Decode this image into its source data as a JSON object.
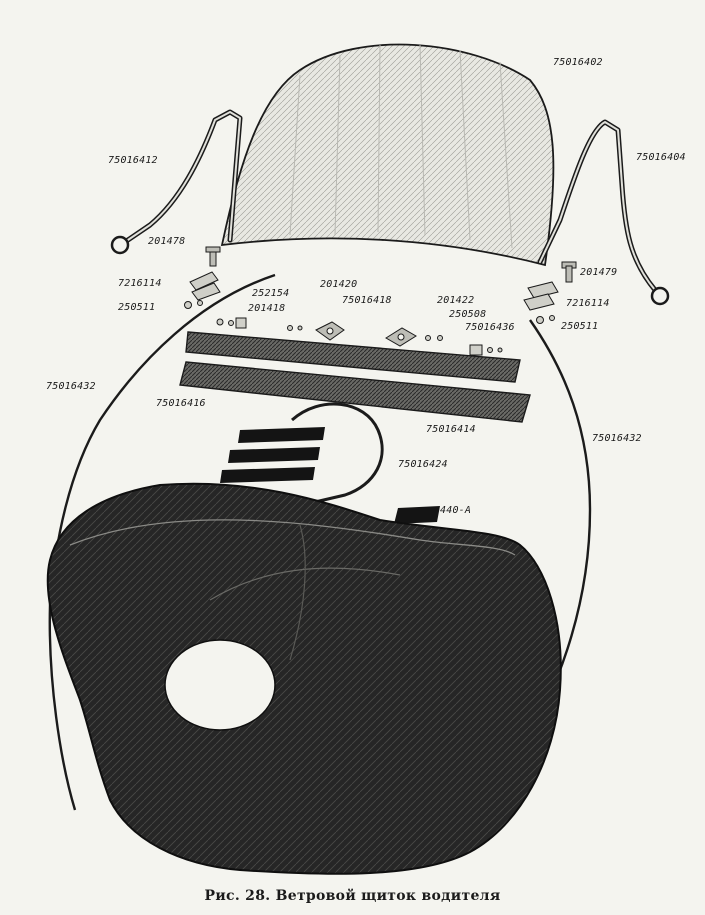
{
  "caption": "Рис. 28. Ветровой щиток водителя",
  "colors": {
    "paper": "#f4f4ef",
    "ink": "#1b1b1b",
    "shade": "#2a2a2a"
  },
  "parts": {
    "windshield": "75016402",
    "left_bracket": "75016412",
    "right_bracket": "75016404",
    "bolt_left": "201478",
    "bolt_right": "201479",
    "hinge_left": "7216114",
    "hinge_right": "7216114",
    "washer_left": "250511",
    "washer_right": "250511",
    "screw_a": "252154",
    "nut_a": "201418",
    "screw_b": "201420",
    "clip_left": "75016418",
    "screw_c": "201422",
    "washer_b": "250508",
    "clip_right": "75016436",
    "seal_upper": "75016416",
    "seal_lower": "75016414",
    "arc_seal": "75016424",
    "cable_left": "75016432",
    "cable_right": "75016432",
    "cowl_ref": "440-A"
  }
}
